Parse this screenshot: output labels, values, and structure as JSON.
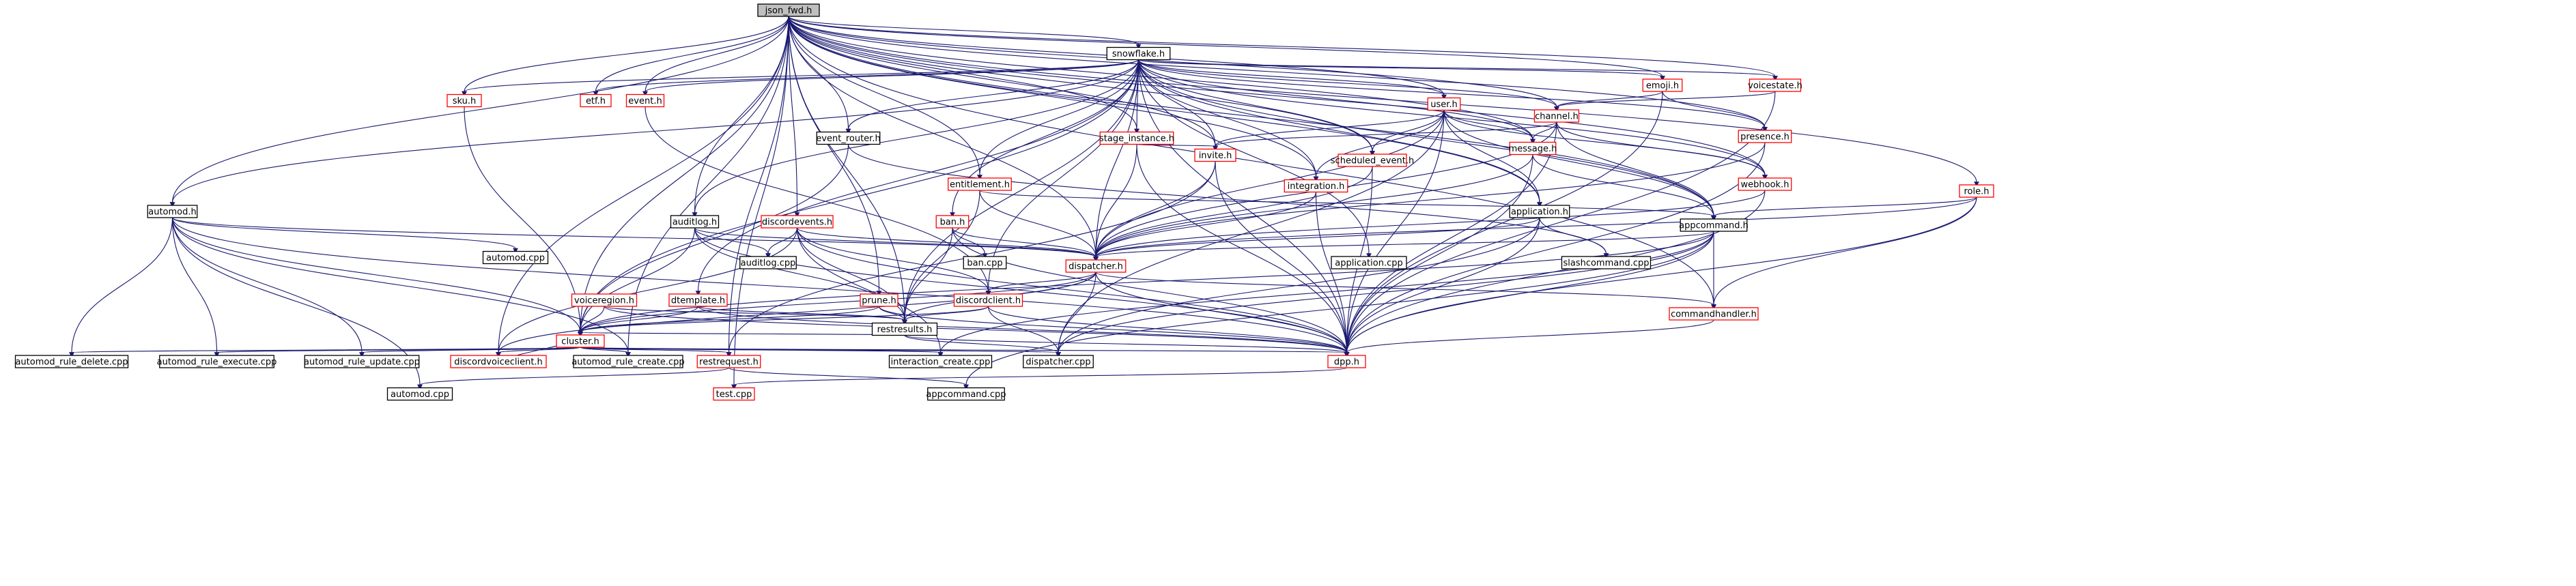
{
  "graph": {
    "title": "json_fwd.h",
    "colors": {
      "edge": "#191970",
      "root_fill": "#bfbfbf",
      "normal_border": "#000000",
      "truncated_border": "#ff0000",
      "node_fill": "#ffffff",
      "text": "#000000"
    },
    "nodes": [
      {
        "id": "json_fwd",
        "label": "json_fwd.h",
        "root": true
      },
      {
        "id": "snowflake",
        "label": "snowflake.h",
        "truncated": false
      },
      {
        "id": "sku",
        "label": "sku.h",
        "truncated": true
      },
      {
        "id": "etf",
        "label": "etf.h",
        "truncated": true
      },
      {
        "id": "event",
        "label": "event.h",
        "truncated": true
      },
      {
        "id": "event_router",
        "label": "event_router.h",
        "truncated": false
      },
      {
        "id": "stage_instance",
        "label": "stage_instance.h",
        "truncated": true
      },
      {
        "id": "entitlement",
        "label": "entitlement.h",
        "truncated": true
      },
      {
        "id": "user",
        "label": "user.h",
        "truncated": true
      },
      {
        "id": "invite",
        "label": "invite.h",
        "truncated": true
      },
      {
        "id": "integration",
        "label": "integration.h",
        "truncated": true
      },
      {
        "id": "scheduled_event",
        "label": "scheduled_event.h",
        "truncated": true
      },
      {
        "id": "channel",
        "label": "channel.h",
        "truncated": true
      },
      {
        "id": "message",
        "label": "message.h",
        "truncated": true
      },
      {
        "id": "emoji",
        "label": "emoji.h",
        "truncated": true
      },
      {
        "id": "voicestate",
        "label": "voicestate.h",
        "truncated": true
      },
      {
        "id": "presence",
        "label": "presence.h",
        "truncated": true
      },
      {
        "id": "webhook",
        "label": "webhook.h",
        "truncated": true
      },
      {
        "id": "role",
        "label": "role.h",
        "truncated": true
      },
      {
        "id": "automod",
        "label": "automod.h",
        "truncated": false
      },
      {
        "id": "auditlog",
        "label": "auditlog.h",
        "truncated": false
      },
      {
        "id": "discordevents",
        "label": "discordevents.h",
        "truncated": true
      },
      {
        "id": "ban",
        "label": "ban.h",
        "truncated": true
      },
      {
        "id": "application",
        "label": "application.h",
        "truncated": false
      },
      {
        "id": "appcommand",
        "label": "appcommand.h",
        "truncated": false
      },
      {
        "id": "automod_cpp",
        "label": "automod.cpp",
        "truncated": false
      },
      {
        "id": "auditlog_cpp",
        "label": "auditlog.cpp",
        "truncated": false
      },
      {
        "id": "ban_cpp",
        "label": "ban.cpp",
        "truncated": false
      },
      {
        "id": "dispatcher",
        "label": "dispatcher.h",
        "truncated": true
      },
      {
        "id": "application_cpp",
        "label": "application.cpp",
        "truncated": false
      },
      {
        "id": "slashcommand_cpp",
        "label": "slashcommand.cpp",
        "truncated": false
      },
      {
        "id": "voiceregion",
        "label": "voiceregion.h",
        "truncated": true
      },
      {
        "id": "dtemplate",
        "label": "dtemplate.h",
        "truncated": true
      },
      {
        "id": "prune",
        "label": "prune.h",
        "truncated": true
      },
      {
        "id": "discordclient",
        "label": "discordclient.h",
        "truncated": true
      },
      {
        "id": "commandhandler",
        "label": "commandhandler.h",
        "truncated": true
      },
      {
        "id": "restresults",
        "label": "restresults.h",
        "truncated": false
      },
      {
        "id": "cluster",
        "label": "cluster.h",
        "truncated": true
      },
      {
        "id": "automod_rule_delete",
        "label": "automod_rule_delete.cpp",
        "truncated": false
      },
      {
        "id": "automod_rule_execute",
        "label": "automod_rule_execute.cpp",
        "truncated": false
      },
      {
        "id": "automod_rule_update",
        "label": "automod_rule_update.cpp",
        "truncated": false
      },
      {
        "id": "discordvoiceclient",
        "label": "discordvoiceclient.h",
        "truncated": true
      },
      {
        "id": "automod_rule_create",
        "label": "automod_rule_create.cpp",
        "truncated": false
      },
      {
        "id": "restrequest",
        "label": "restrequest.h",
        "truncated": true
      },
      {
        "id": "interaction_create",
        "label": "interaction_create.cpp",
        "truncated": false
      },
      {
        "id": "dispatcher_cpp",
        "label": "dispatcher.cpp",
        "truncated": false
      },
      {
        "id": "dpp",
        "label": "dpp.h",
        "truncated": true
      },
      {
        "id": "automod_cpp2",
        "label": "automod.cpp",
        "truncated": false
      },
      {
        "id": "test_cpp",
        "label": "test.cpp",
        "truncated": true
      },
      {
        "id": "appcommand_cpp",
        "label": "appcommand.cpp",
        "truncated": false
      }
    ],
    "edges": [
      [
        "json_fwd",
        "snowflake"
      ],
      [
        "json_fwd",
        "sku"
      ],
      [
        "json_fwd",
        "etf"
      ],
      [
        "json_fwd",
        "event"
      ],
      [
        "json_fwd",
        "event_router"
      ],
      [
        "json_fwd",
        "stage_instance"
      ],
      [
        "json_fwd",
        "entitlement"
      ],
      [
        "json_fwd",
        "user"
      ],
      [
        "json_fwd",
        "invite"
      ],
      [
        "json_fwd",
        "integration"
      ],
      [
        "json_fwd",
        "scheduled_event"
      ],
      [
        "json_fwd",
        "channel"
      ],
      [
        "json_fwd",
        "message"
      ],
      [
        "json_fwd",
        "emoji"
      ],
      [
        "json_fwd",
        "voicestate"
      ],
      [
        "json_fwd",
        "presence"
      ],
      [
        "json_fwd",
        "webhook"
      ],
      [
        "json_fwd",
        "role"
      ],
      [
        "json_fwd",
        "automod"
      ],
      [
        "json_fwd",
        "auditlog"
      ],
      [
        "json_fwd",
        "discordevents"
      ],
      [
        "json_fwd",
        "appcommand"
      ],
      [
        "json_fwd",
        "application"
      ],
      [
        "json_fwd",
        "commandhandler"
      ],
      [
        "json_fwd",
        "cluster"
      ],
      [
        "json_fwd",
        "dispatcher"
      ],
      [
        "json_fwd",
        "restrequest"
      ],
      [
        "json_fwd",
        "discordvoiceclient"
      ],
      [
        "json_fwd",
        "test_cpp"
      ],
      [
        "json_fwd",
        "automod_rule_create"
      ],
      [
        "json_fwd",
        "prune"
      ],
      [
        "json_fwd",
        "restresults"
      ],
      [
        "snowflake",
        "sku"
      ],
      [
        "snowflake",
        "etf"
      ],
      [
        "snowflake",
        "event"
      ],
      [
        "snowflake",
        "event_router"
      ],
      [
        "snowflake",
        "stage_instance"
      ],
      [
        "snowflake",
        "entitlement"
      ],
      [
        "snowflake",
        "user"
      ],
      [
        "snowflake",
        "invite"
      ],
      [
        "snowflake",
        "integration"
      ],
      [
        "snowflake",
        "scheduled_event"
      ],
      [
        "snowflake",
        "channel"
      ],
      [
        "snowflake",
        "message"
      ],
      [
        "snowflake",
        "emoji"
      ],
      [
        "snowflake",
        "voicestate"
      ],
      [
        "snowflake",
        "presence"
      ],
      [
        "snowflake",
        "webhook"
      ],
      [
        "snowflake",
        "automod"
      ],
      [
        "snowflake",
        "auditlog"
      ],
      [
        "snowflake",
        "ban"
      ],
      [
        "snowflake",
        "application"
      ],
      [
        "snowflake",
        "appcommand"
      ],
      [
        "snowflake",
        "dispatcher"
      ],
      [
        "snowflake",
        "dtemplate"
      ],
      [
        "snowflake",
        "discordclient"
      ],
      [
        "snowflake",
        "restresults"
      ],
      [
        "snowflake",
        "cluster"
      ],
      [
        "snowflake",
        "dpp"
      ],
      [
        "snowflake",
        "application_cpp"
      ],
      [
        "emoji",
        "presence"
      ],
      [
        "emoji",
        "channel"
      ],
      [
        "emoji",
        "dpp"
      ],
      [
        "voicestate",
        "channel"
      ],
      [
        "voicestate",
        "dpp"
      ],
      [
        "presence",
        "dispatcher"
      ],
      [
        "presence",
        "dpp"
      ],
      [
        "channel",
        "message"
      ],
      [
        "channel",
        "webhook"
      ],
      [
        "channel",
        "appcommand"
      ],
      [
        "channel",
        "invite"
      ],
      [
        "channel",
        "dpp"
      ],
      [
        "channel",
        "dispatcher"
      ],
      [
        "user",
        "message"
      ],
      [
        "user",
        "invite"
      ],
      [
        "user",
        "integration"
      ],
      [
        "user",
        "scheduled_event"
      ],
      [
        "user",
        "webhook"
      ],
      [
        "user",
        "application"
      ],
      [
        "user",
        "appcommand"
      ],
      [
        "user",
        "dispatcher"
      ],
      [
        "user",
        "dpp"
      ],
      [
        "user",
        "dispatcher_cpp"
      ],
      [
        "message",
        "appcommand"
      ],
      [
        "message",
        "dispatcher"
      ],
      [
        "message",
        "dpp"
      ],
      [
        "webhook",
        "dpp"
      ],
      [
        "webhook",
        "dispatcher"
      ],
      [
        "role",
        "appcommand"
      ],
      [
        "role",
        "dispatcher"
      ],
      [
        "role",
        "commandhandler"
      ],
      [
        "role",
        "dpp"
      ],
      [
        "stage_instance",
        "invite"
      ],
      [
        "stage_instance",
        "dispatcher"
      ],
      [
        "stage_instance",
        "dpp"
      ],
      [
        "invite",
        "dispatcher"
      ],
      [
        "invite",
        "dpp"
      ],
      [
        "invite",
        "restrequest"
      ],
      [
        "integration",
        "dispatcher"
      ],
      [
        "integration",
        "dpp"
      ],
      [
        "scheduled_event",
        "dispatcher"
      ],
      [
        "scheduled_event",
        "dpp"
      ],
      [
        "entitlement",
        "dispatcher"
      ],
      [
        "entitlement",
        "appcommand"
      ],
      [
        "entitlement",
        "restresults"
      ],
      [
        "application",
        "dispatcher"
      ],
      [
        "application",
        "slashcommand_cpp"
      ],
      [
        "application",
        "dpp"
      ],
      [
        "application",
        "dispatcher_cpp"
      ],
      [
        "appcommand",
        "dispatcher"
      ],
      [
        "appcommand",
        "commandhandler"
      ],
      [
        "appcommand",
        "dpp"
      ],
      [
        "appcommand",
        "cluster"
      ],
      [
        "appcommand",
        "dispatcher_cpp"
      ],
      [
        "appcommand",
        "appcommand_cpp"
      ],
      [
        "appcommand",
        "interaction_create"
      ],
      [
        "event_router",
        "cluster"
      ],
      [
        "event_router",
        "slashcommand_cpp"
      ],
      [
        "event",
        "discordclient"
      ],
      [
        "sku",
        "cluster"
      ],
      [
        "automod",
        "automod_cpp"
      ],
      [
        "automod",
        "dispatcher"
      ],
      [
        "automod",
        "cluster"
      ],
      [
        "automod",
        "automod_rule_delete"
      ],
      [
        "automod",
        "automod_rule_execute"
      ],
      [
        "automod",
        "automod_rule_update"
      ],
      [
        "automod",
        "automod_rule_create"
      ],
      [
        "automod",
        "automod_cpp2"
      ],
      [
        "automod",
        "dpp"
      ],
      [
        "auditlog",
        "auditlog_cpp"
      ],
      [
        "auditlog",
        "dispatcher"
      ],
      [
        "auditlog",
        "cluster"
      ],
      [
        "auditlog",
        "restresults"
      ],
      [
        "auditlog",
        "dpp"
      ],
      [
        "discordevents",
        "auditlog_cpp"
      ],
      [
        "discordevents",
        "dispatcher"
      ],
      [
        "discordevents",
        "discordclient"
      ],
      [
        "discordevents",
        "discordvoiceclient"
      ],
      [
        "discordevents",
        "interaction_create"
      ],
      [
        "discordevents",
        "dpp"
      ],
      [
        "discordevents",
        "restresults"
      ],
      [
        "ban",
        "ban_cpp"
      ],
      [
        "ban",
        "dispatcher"
      ],
      [
        "ban",
        "restresults"
      ],
      [
        "ban",
        "dpp"
      ],
      [
        "dispatcher",
        "commandhandler"
      ],
      [
        "dispatcher",
        "discordclient"
      ],
      [
        "dispatcher",
        "cluster"
      ],
      [
        "dispatcher",
        "dispatcher_cpp"
      ],
      [
        "dispatcher",
        "dpp"
      ],
      [
        "dispatcher",
        "restresults"
      ],
      [
        "dispatcher",
        "discordvoiceclient"
      ],
      [
        "voiceregion",
        "restresults"
      ],
      [
        "voiceregion",
        "cluster"
      ],
      [
        "voiceregion",
        "dpp"
      ],
      [
        "dtemplate",
        "restresults"
      ],
      [
        "dtemplate",
        "cluster"
      ],
      [
        "dtemplate",
        "dpp"
      ],
      [
        "prune",
        "restresults"
      ],
      [
        "prune",
        "cluster"
      ],
      [
        "prune",
        "dpp"
      ],
      [
        "discordclient",
        "cluster"
      ],
      [
        "discordclient",
        "dispatcher_cpp"
      ],
      [
        "discordclient",
        "dpp"
      ],
      [
        "discordclient",
        "restresults"
      ],
      [
        "commandhandler",
        "dpp"
      ],
      [
        "restresults",
        "cluster"
      ],
      [
        "restresults",
        "dpp"
      ],
      [
        "restresults",
        "dispatcher_cpp"
      ],
      [
        "cluster",
        "automod_rule_delete"
      ],
      [
        "cluster",
        "automod_rule_execute"
      ],
      [
        "cluster",
        "automod_rule_update"
      ],
      [
        "cluster",
        "discordvoiceclient"
      ],
      [
        "cluster",
        "automod_rule_create"
      ],
      [
        "cluster",
        "restrequest"
      ],
      [
        "cluster",
        "interaction_create"
      ],
      [
        "cluster",
        "dispatcher_cpp"
      ],
      [
        "cluster",
        "dpp"
      ],
      [
        "discordvoiceclient",
        "cluster"
      ],
      [
        "restrequest",
        "automod_cpp2"
      ],
      [
        "restrequest",
        "appcommand_cpp"
      ],
      [
        "dpp",
        "test_cpp"
      ]
    ]
  }
}
